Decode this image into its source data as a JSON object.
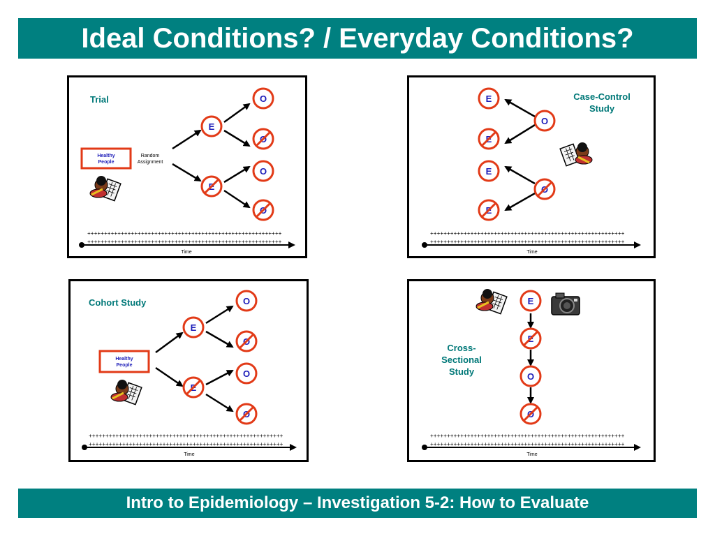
{
  "header": {
    "title": "Ideal Conditions?  /  Everyday Conditions?"
  },
  "footer": {
    "title": "Intro to Epidemiology – Investigation 5-2:  How to Evaluate"
  },
  "common": {
    "exposure_letter": "E",
    "outcome_letter": "O",
    "time_label": "Time",
    "plus_row": "++++++++++++++++++++++++++++++++++++++++++++++++++++++++++"
  },
  "panels": {
    "trial": {
      "title": "Trial",
      "box_label_1": "Healthy",
      "box_label_2": "People",
      "note_1": "Random",
      "note_2": "Assignment"
    },
    "case_control": {
      "title_1": "Case-Control",
      "title_2": "Study"
    },
    "cohort": {
      "title": "Cohort Study",
      "box_label_1": "Healthy",
      "box_label_2": "People"
    },
    "cross_sectional": {
      "title_1": "Cross-",
      "title_2": "Sectional",
      "title_3": "Study"
    }
  },
  "colors": {
    "banner": "#008080",
    "circle_stroke": "#e23a17",
    "letter": "#1c1cb8",
    "panel_title": "#007878"
  },
  "icons": [
    "researcher-clipboard-icon",
    "camera-icon"
  ]
}
